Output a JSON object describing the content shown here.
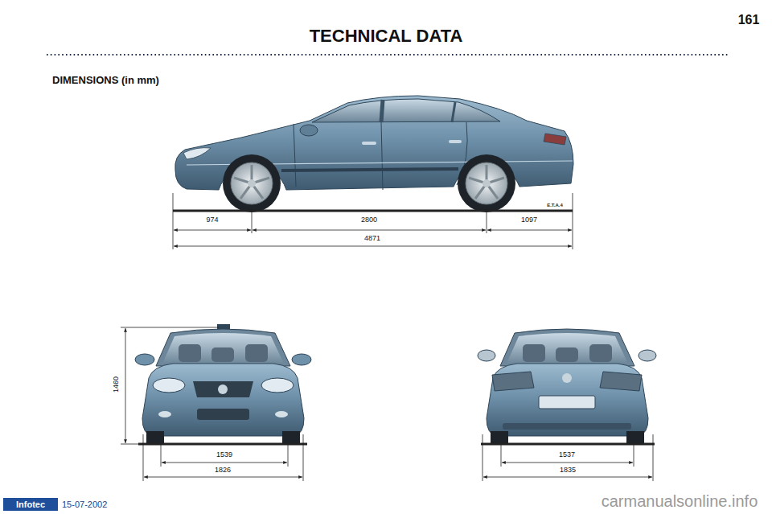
{
  "diagram": {
    "title": "TECHNICAL DATA",
    "labels": [
      "161",
      "DIMENSIONS (in mm)",
      "974",
      "2800",
      "1097",
      "4871",
      "E.T.A.4",
      "1460",
      "1539",
      "1826",
      "1537",
      "1835",
      "Infotec",
      "15-07-2002",
      "carmanualsonline.info"
    ]
  }
}
